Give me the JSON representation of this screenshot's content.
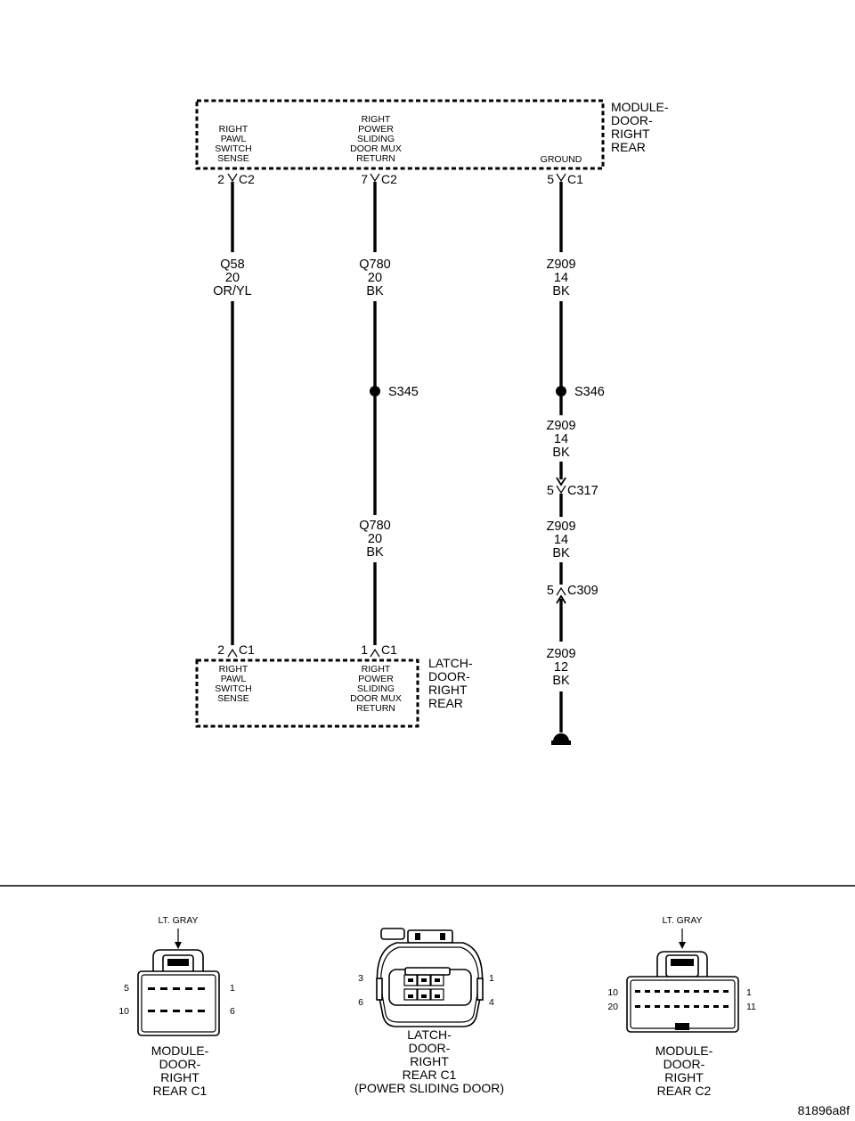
{
  "module": {
    "name": [
      "MODULE-",
      "DOOR-",
      "RIGHT",
      "REAR"
    ],
    "pin_labels": {
      "pawl": [
        "RIGHT",
        "PAWL",
        "SWITCH",
        "SENSE"
      ],
      "mux": [
        "RIGHT",
        "POWER",
        "SLIDING",
        "DOOR MUX",
        "RETURN"
      ],
      "ground": "GROUND"
    },
    "pins": {
      "pawl": {
        "pin": "2",
        "conn": "C2"
      },
      "mux": {
        "pin": "7",
        "conn": "C2"
      },
      "ground": {
        "pin": "5",
        "conn": "C1"
      }
    }
  },
  "latch": {
    "name": [
      "LATCH-",
      "DOOR-",
      "RIGHT",
      "REAR"
    ],
    "pin_labels": {
      "pawl": [
        "RIGHT",
        "PAWL",
        "SWITCH",
        "SENSE"
      ],
      "mux": [
        "RIGHT",
        "POWER",
        "SLIDING",
        "DOOR MUX",
        "RETURN"
      ]
    },
    "pins": {
      "pawl": {
        "pin": "2",
        "conn": "C1"
      },
      "mux": {
        "pin": "1",
        "conn": "C1"
      }
    }
  },
  "wires": {
    "q58": [
      "Q58",
      "20",
      "OR/YL"
    ],
    "q780_top": [
      "Q780",
      "20",
      "BK"
    ],
    "q780_bottom": [
      "Q780",
      "20",
      "BK"
    ],
    "z909_top": [
      "Z909",
      "14",
      "BK"
    ],
    "z909_mid1": [
      "Z909",
      "14",
      "BK"
    ],
    "z909_mid2": [
      "Z909",
      "14",
      "BK"
    ],
    "z909_bottom": [
      "Z909",
      "12",
      "BK"
    ]
  },
  "splices": {
    "s345": "S345",
    "s346": "S346"
  },
  "inline_connectors": {
    "c317": {
      "pin": "5",
      "name": "C317"
    },
    "c309": {
      "pin": "5",
      "name": "C309"
    }
  },
  "connector_views": {
    "c1": {
      "color": "LT. GRAY",
      "pins": {
        "top_left": "5",
        "top_right": "1",
        "bottom_left": "10",
        "bottom_right": "6"
      },
      "caption": [
        "MODULE-",
        "DOOR-",
        "RIGHT",
        "REAR C1"
      ]
    },
    "latch_c1": {
      "pins": {
        "top_left": "3",
        "top_right": "1",
        "bottom_left": "6",
        "bottom_right": "4"
      },
      "caption": [
        "LATCH-",
        "DOOR-",
        "RIGHT",
        "REAR C1",
        "(POWER SLIDING DOOR)"
      ]
    },
    "c2": {
      "color": "LT. GRAY",
      "pins": {
        "top_left": "10",
        "top_right": "1",
        "bottom_left": "20",
        "bottom_right": "11"
      },
      "caption": [
        "MODULE-",
        "DOOR-",
        "RIGHT",
        "REAR C2"
      ]
    }
  },
  "figure_id": "81896a8f"
}
